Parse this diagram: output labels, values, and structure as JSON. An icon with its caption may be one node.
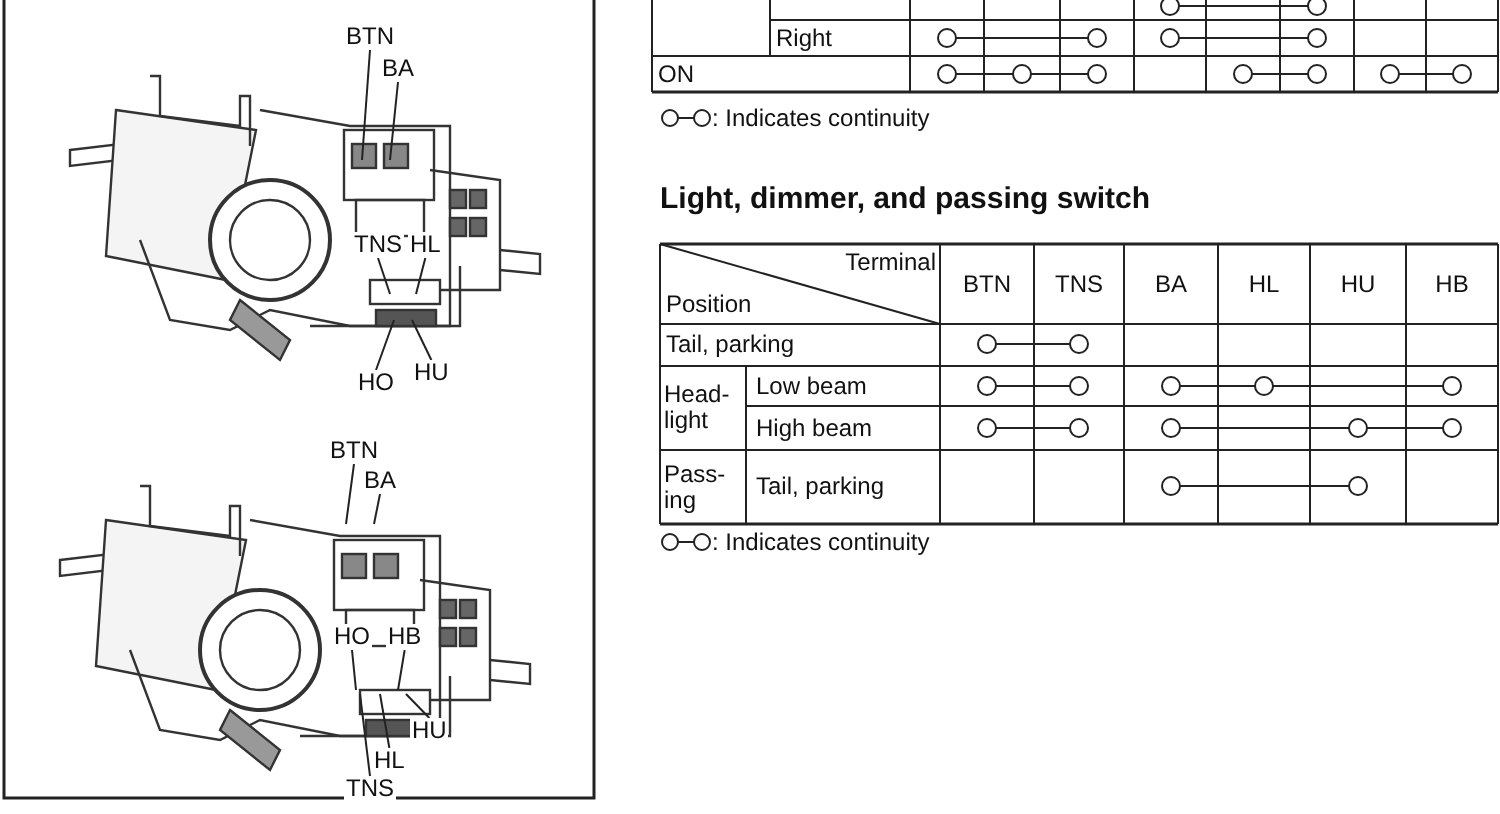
{
  "diagram": {
    "nodes": [
      {
        "text": [
          "BTN"
        ]
      },
      {
        "text": [
          "BA"
        ]
      },
      {
        "text": [
          "TNS"
        ]
      },
      {
        "text": [
          "HL"
        ]
      },
      {
        "text": [
          "HO"
        ]
      },
      {
        "text": [
          "HU"
        ]
      },
      {
        "text": [
          "BTN"
        ]
      },
      {
        "text": [
          "BA"
        ]
      },
      {
        "text": [
          "HO"
        ]
      },
      {
        "text": [
          "HB"
        ]
      },
      {
        "text": [
          "HU"
        ]
      },
      {
        "text": [
          "HL"
        ]
      },
      {
        "text": [
          "TNS"
        ]
      }
    ],
    "edges": [
      {
        "from": 0,
        "to": null,
        "arrow": "none"
      },
      {
        "from": 1,
        "to": null,
        "arrow": "none"
      },
      {
        "from": 2,
        "to": null,
        "arrow": "none"
      },
      {
        "from": 3,
        "to": null,
        "arrow": "none"
      },
      {
        "from": 4,
        "to": null,
        "arrow": "none"
      },
      {
        "from": 5,
        "to": null,
        "arrow": "none"
      },
      {
        "from": 6,
        "to": null,
        "arrow": "none"
      },
      {
        "from": 7,
        "to": null,
        "arrow": "none"
      },
      {
        "from": 8,
        "to": null,
        "arrow": "none"
      },
      {
        "from": 9,
        "to": null,
        "arrow": "none"
      },
      {
        "from": 10,
        "to": null,
        "arrow": "none"
      },
      {
        "from": 11,
        "to": null,
        "arrow": "none"
      },
      {
        "from": 12,
        "to": null,
        "arrow": "none"
      }
    ],
    "labels": [
      "Right",
      "ON",
      "Light, dimmer, and passing switch",
      "Terminal",
      "Position",
      "BTN",
      "TNS",
      "BA",
      "HL",
      "HU",
      "HB",
      "Tail, parking",
      "Head-light",
      "Low beam",
      "High beam",
      "Pass-ing",
      "Tail, parking"
    ],
    "legend": [
      {
        "text": ": Indicates continuity"
      },
      {
        "text": ": Indicates continuity"
      }
    ]
  }
}
